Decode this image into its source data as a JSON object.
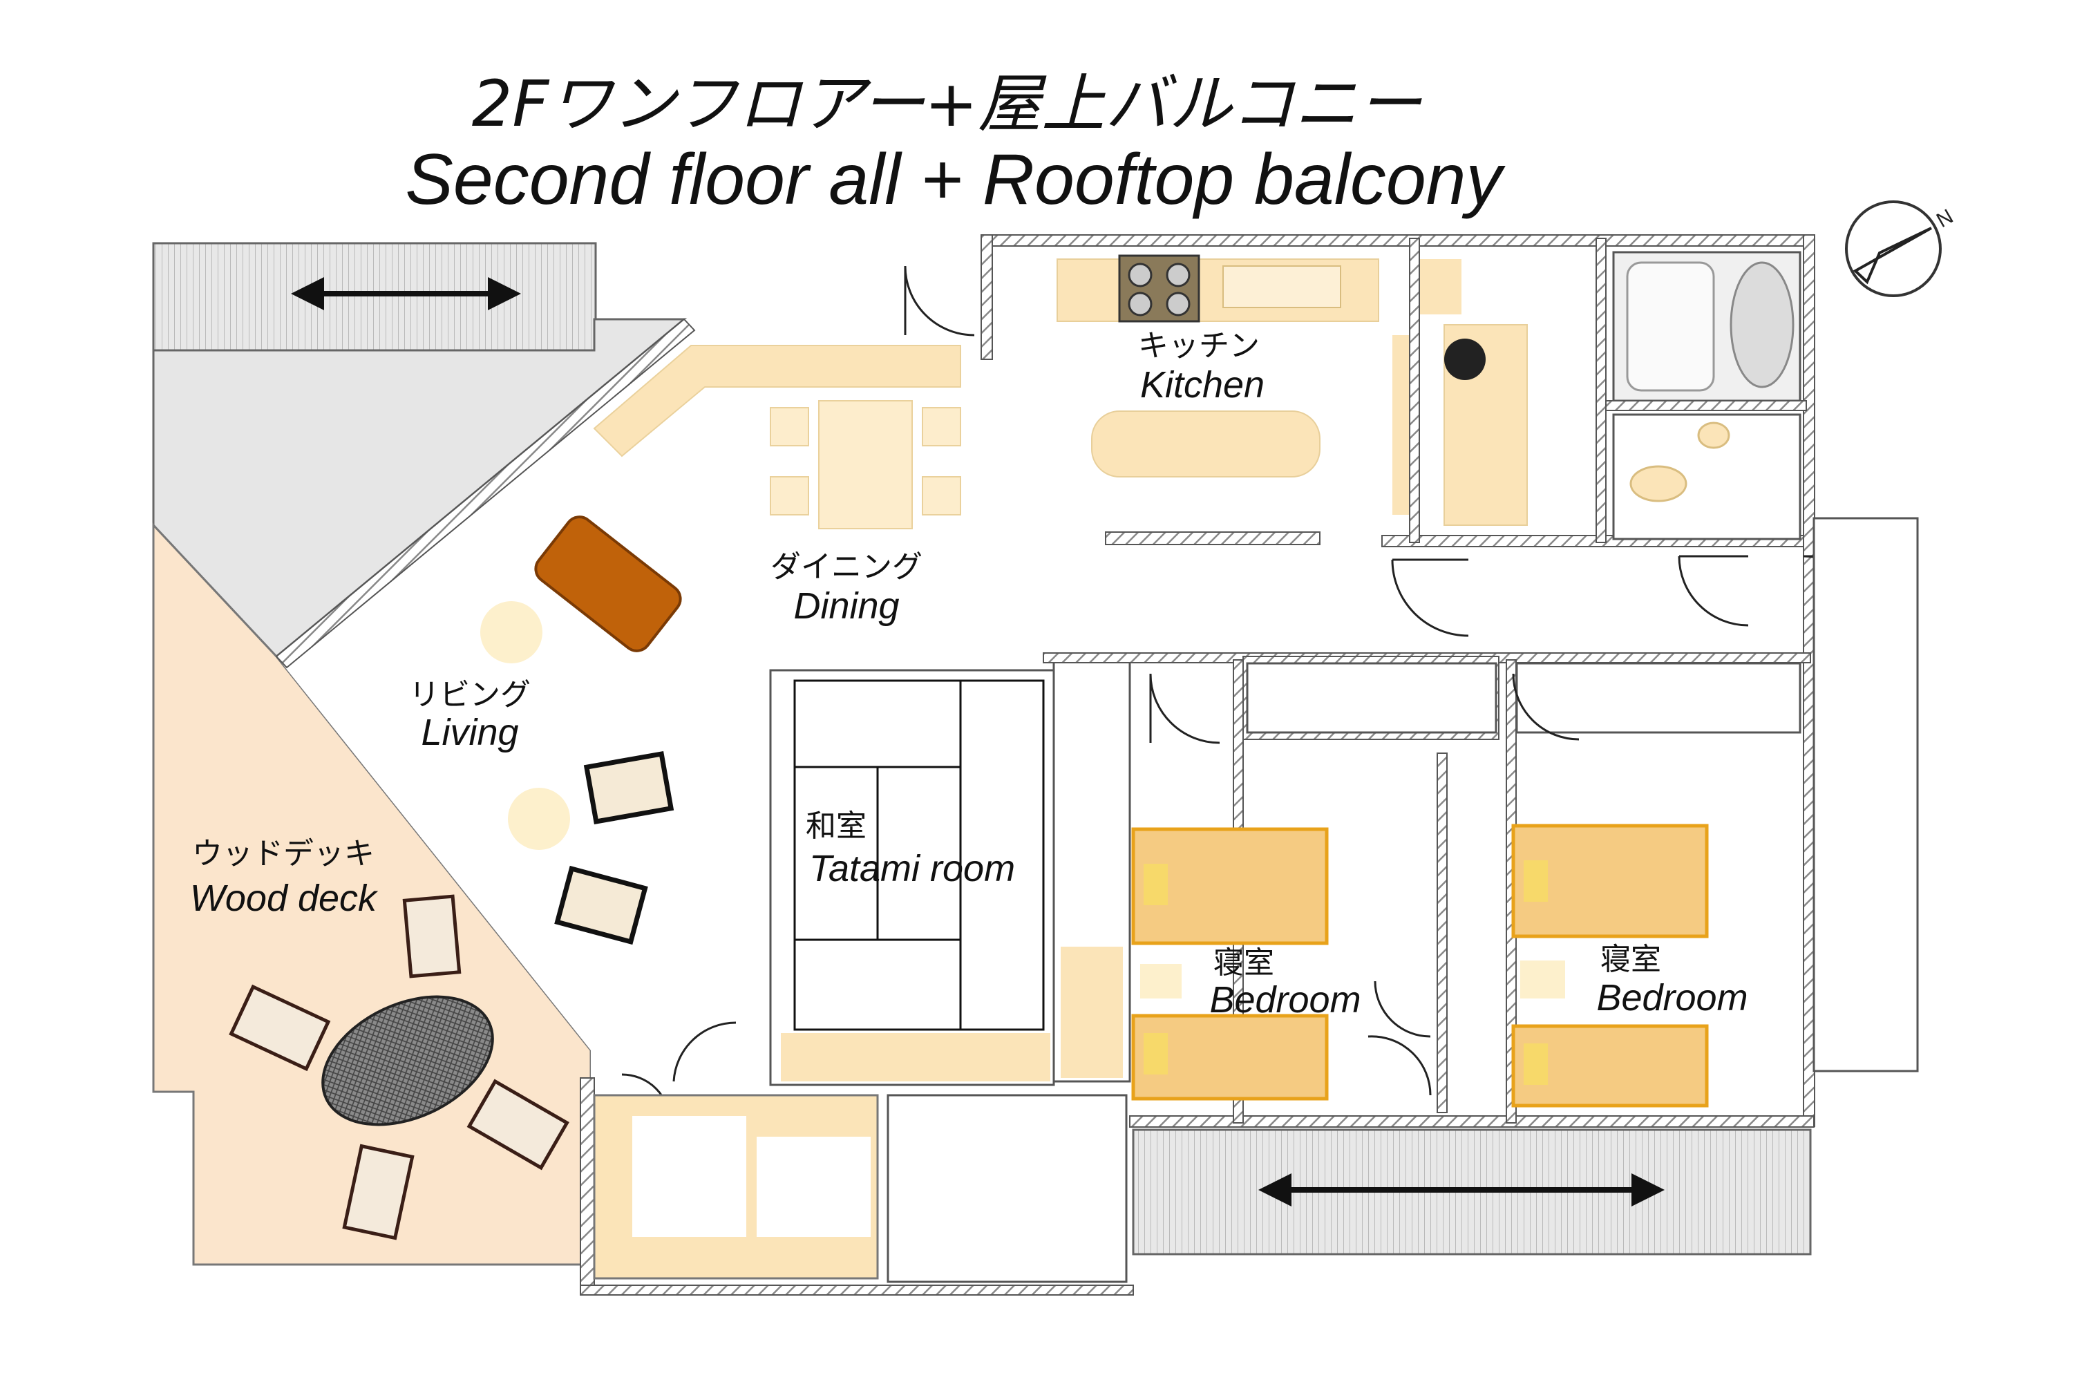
{
  "title": {
    "jp": "2Fワンフロアー+屋上バルコニー",
    "en": "Second floor all + Rooftop balcony"
  },
  "rooms": {
    "kitchen": {
      "jp": "キッチン",
      "en": "Kitchen"
    },
    "dining": {
      "jp": "ダイニング",
      "en": "Dining"
    },
    "living": {
      "jp": "リビング",
      "en": "Living"
    },
    "tatami": {
      "jp": "和室",
      "en": "Tatami room"
    },
    "wooddeck": {
      "jp": "ウッドデッキ",
      "en": "Wood deck"
    },
    "bedroom1": {
      "jp": "寝室",
      "en": "Bedroom"
    },
    "bedroom2": {
      "jp": "寝室",
      "en": "Bedroom"
    }
  },
  "icons": {
    "compass": "north-arrow-icon",
    "slide": "double-arrow-icon"
  },
  "colors": {
    "deck": "#fbe5cc",
    "furniture": "#fbe4b8",
    "bed": "#f5cb82",
    "bed_border": "#e8a21a",
    "sofa": "#c0620a",
    "wall": "#777777",
    "balcony": "#e4e4e4"
  }
}
